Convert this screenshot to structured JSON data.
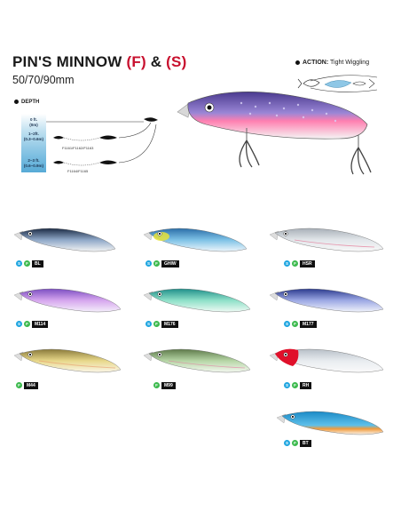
{
  "title": {
    "main": "PIN'S MINNOW",
    "f": "(F)",
    "amp": "&",
    "s": "(S)"
  },
  "subtitle": "50/70/90mm",
  "action": {
    "label": "ACTION:",
    "value": "Tight Wiggling"
  },
  "depth": {
    "label": "DEPTH",
    "levels": [
      {
        "ft": "0 ft.",
        "m": "(0m)"
      },
      {
        "ft": "1~2ft.",
        "m": "(0.3~0.6m)"
      },
      {
        "ft": "2~3 ft.",
        "m": "(0.6~0.9m)"
      }
    ],
    "codes": [
      "F1161/F1162/F1163",
      "F1164/F1165"
    ]
  },
  "colors": {
    "sinking": "#1ea5e0",
    "floating": "#3dba4e",
    "accent": "#c8102e"
  },
  "badges": {
    "s": "S",
    "f": "F"
  },
  "variants": [
    {
      "code": "BL",
      "s": true,
      "f": true
    },
    {
      "code": "GHIW",
      "s": true,
      "f": true
    },
    {
      "code": "HSR",
      "s": true,
      "f": true
    },
    {
      "code": "M114",
      "s": true,
      "f": true
    },
    {
      "code": "M176",
      "s": true,
      "f": true
    },
    {
      "code": "M177",
      "s": true,
      "f": true
    },
    {
      "code": "M44",
      "s": false,
      "f": true
    },
    {
      "code": "M99",
      "s": false,
      "f": true
    },
    {
      "code": "RH",
      "s": true,
      "f": true
    },
    {
      "code": "BT",
      "s": true,
      "f": true
    }
  ]
}
